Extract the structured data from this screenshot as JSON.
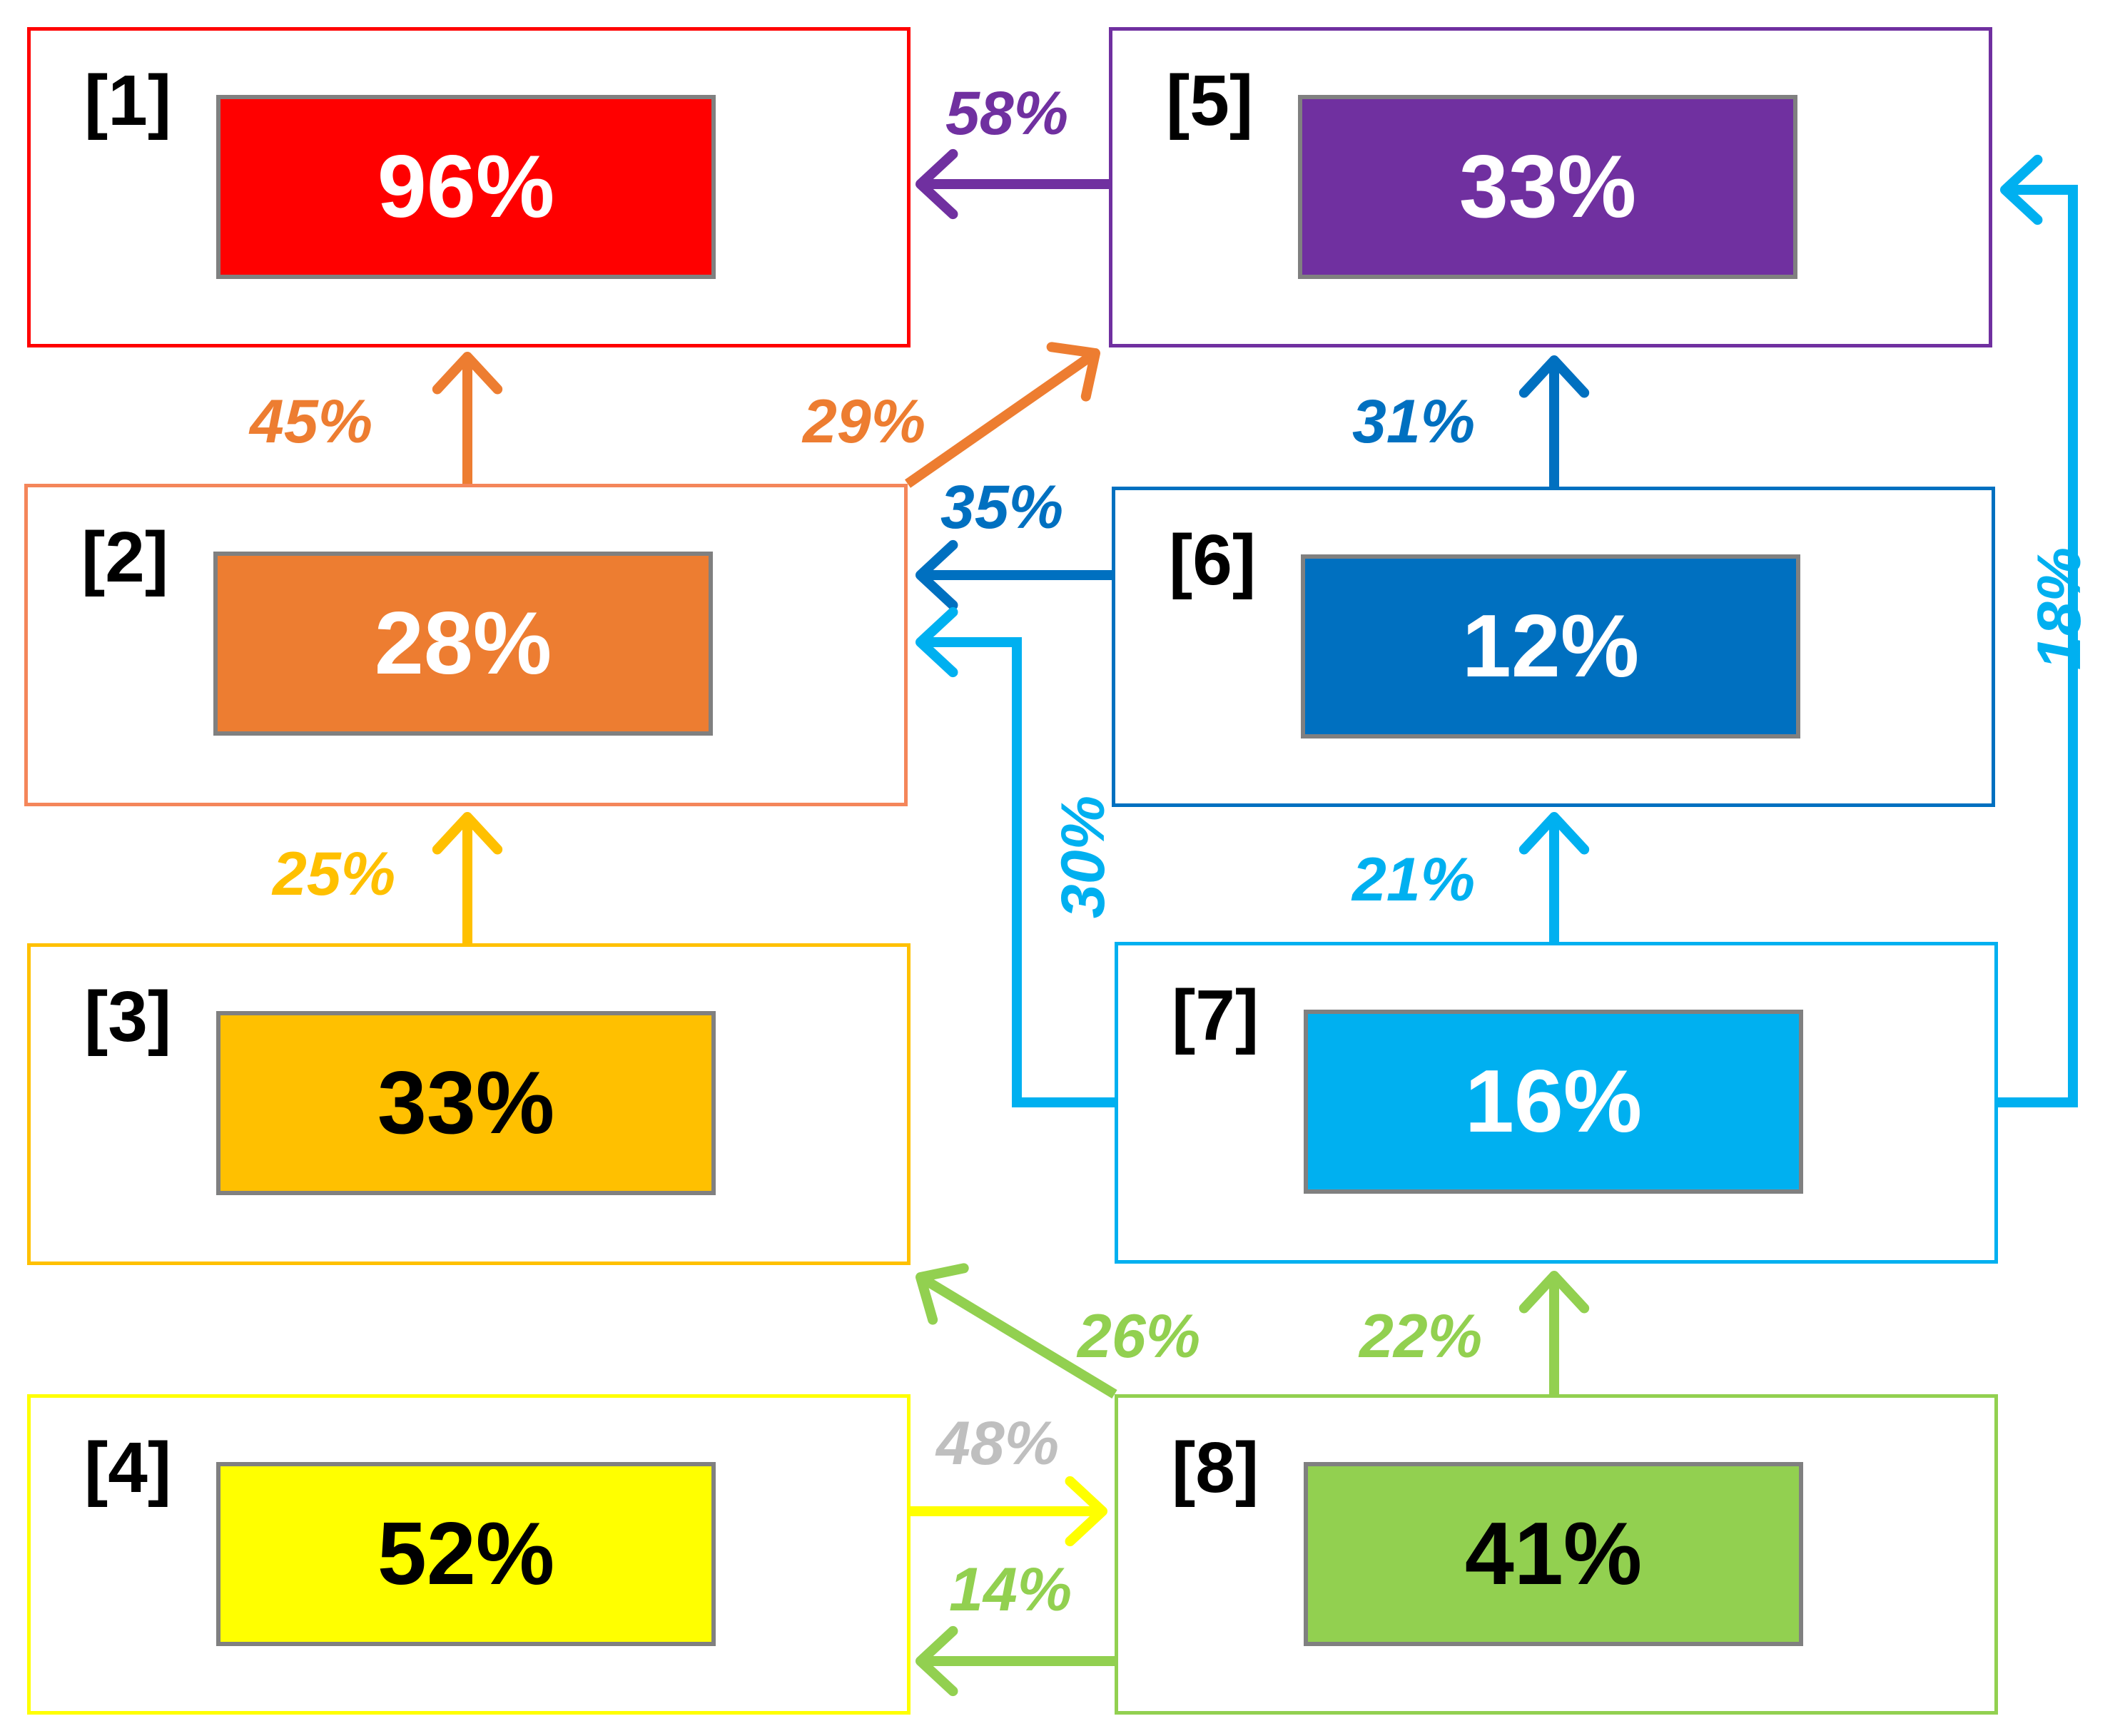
{
  "colors": {
    "node1": "#ff0000",
    "node2": "#ed7d31",
    "node2_border": "#f4865a",
    "node3": "#ffc000",
    "node4": "#ffff00",
    "node5": "#7030a0",
    "node6": "#0070c0",
    "node7": "#00b0f0",
    "node8": "#92d050",
    "label_gray": "#bfbfbf",
    "bar_border": "#808080"
  },
  "nodes": [
    {
      "id": "[1]",
      "value": "96%",
      "fill": "#ff0000",
      "text_color": "#ffffff"
    },
    {
      "id": "[2]",
      "value": "28%",
      "fill": "#ed7d31",
      "text_color": "#ffffff"
    },
    {
      "id": "[3]",
      "value": "33%",
      "fill": "#ffc000",
      "text_color": "#000000"
    },
    {
      "id": "[4]",
      "value": "52%",
      "fill": "#ffff00",
      "text_color": "#000000"
    },
    {
      "id": "[5]",
      "value": "33%",
      "fill": "#7030a0",
      "text_color": "#ffffff"
    },
    {
      "id": "[6]",
      "value": "12%",
      "fill": "#0070c0",
      "text_color": "#ffffff"
    },
    {
      "id": "[7]",
      "value": "16%",
      "fill": "#00b0f0",
      "text_color": "#ffffff"
    },
    {
      "id": "[8]",
      "value": "41%",
      "fill": "#92d050",
      "text_color": "#000000"
    }
  ],
  "edges": [
    {
      "from": "[2]",
      "to": "[1]",
      "label": "45%",
      "color": "#ed7d31"
    },
    {
      "from": "[2]",
      "to": "[5]",
      "label": "29%",
      "color": "#ed7d31"
    },
    {
      "from": "[5]",
      "to": "[1]",
      "label": "58%",
      "color": "#7030a0"
    },
    {
      "from": "[6]",
      "to": "[5]",
      "label": "31%",
      "color": "#0070c0"
    },
    {
      "from": "[6]",
      "to": "[2]",
      "label": "35%",
      "color": "#0070c0"
    },
    {
      "from": "[3]",
      "to": "[2]",
      "label": "25%",
      "color": "#ffc000"
    },
    {
      "from": "[7]",
      "to": "[2]",
      "label": "30%",
      "color": "#00b0f0"
    },
    {
      "from": "[7]",
      "to": "[6]",
      "label": "21%",
      "color": "#00b0f0"
    },
    {
      "from": "[7]",
      "to": "[5]",
      "label": "18%",
      "color": "#00b0f0"
    },
    {
      "from": "[8]",
      "to": "[3]",
      "label": "26%",
      "color": "#92d050"
    },
    {
      "from": "[8]",
      "to": "[7]",
      "label": "22%",
      "color": "#92d050"
    },
    {
      "from": "[4]",
      "to": "[8]",
      "label": "48%",
      "color": "#ffff00",
      "label_color": "#bfbfbf"
    },
    {
      "from": "[8]",
      "to": "[4]",
      "label": "14%",
      "color": "#92d050"
    }
  ]
}
